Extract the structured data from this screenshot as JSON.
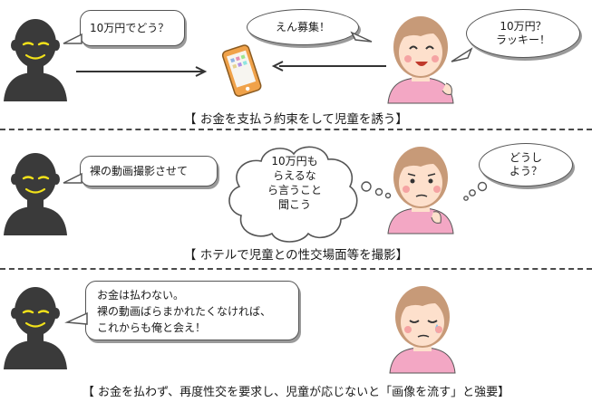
{
  "scene1": {
    "man_speech": "10万円でどう？",
    "girl_speech": "えん募集！",
    "girl_thought": "10万円？\nラッキー！",
    "caption": "【 お金を支払う約束をして児童を誘う】"
  },
  "scene2": {
    "man_speech": "裸の動画撮影させて",
    "girl_thought": "10万円も\nらえるな\nら言うこと\n聞こう",
    "girl_thought_small": "どうし\nよう？",
    "caption": "【 ホテルで児童との性交場面等を撮影】"
  },
  "scene3": {
    "man_speech": "お金は払わない。\n裸の動画ばらまかれたくなければ、\nこれからも俺と会え！",
    "caption": "【 お金を払わず、再度性交を要求し、児童が応じないと「画像を流す」と強要】"
  },
  "colors": {
    "man": "#3a3a3a",
    "man_eyes": "#f2e21a",
    "phone": "#f0a24a",
    "girl_hair": "#c79a78",
    "girl_shirt": "#f3a7c4",
    "girl_blush": "#f5a3a3",
    "separator": "#4a4a4a"
  }
}
